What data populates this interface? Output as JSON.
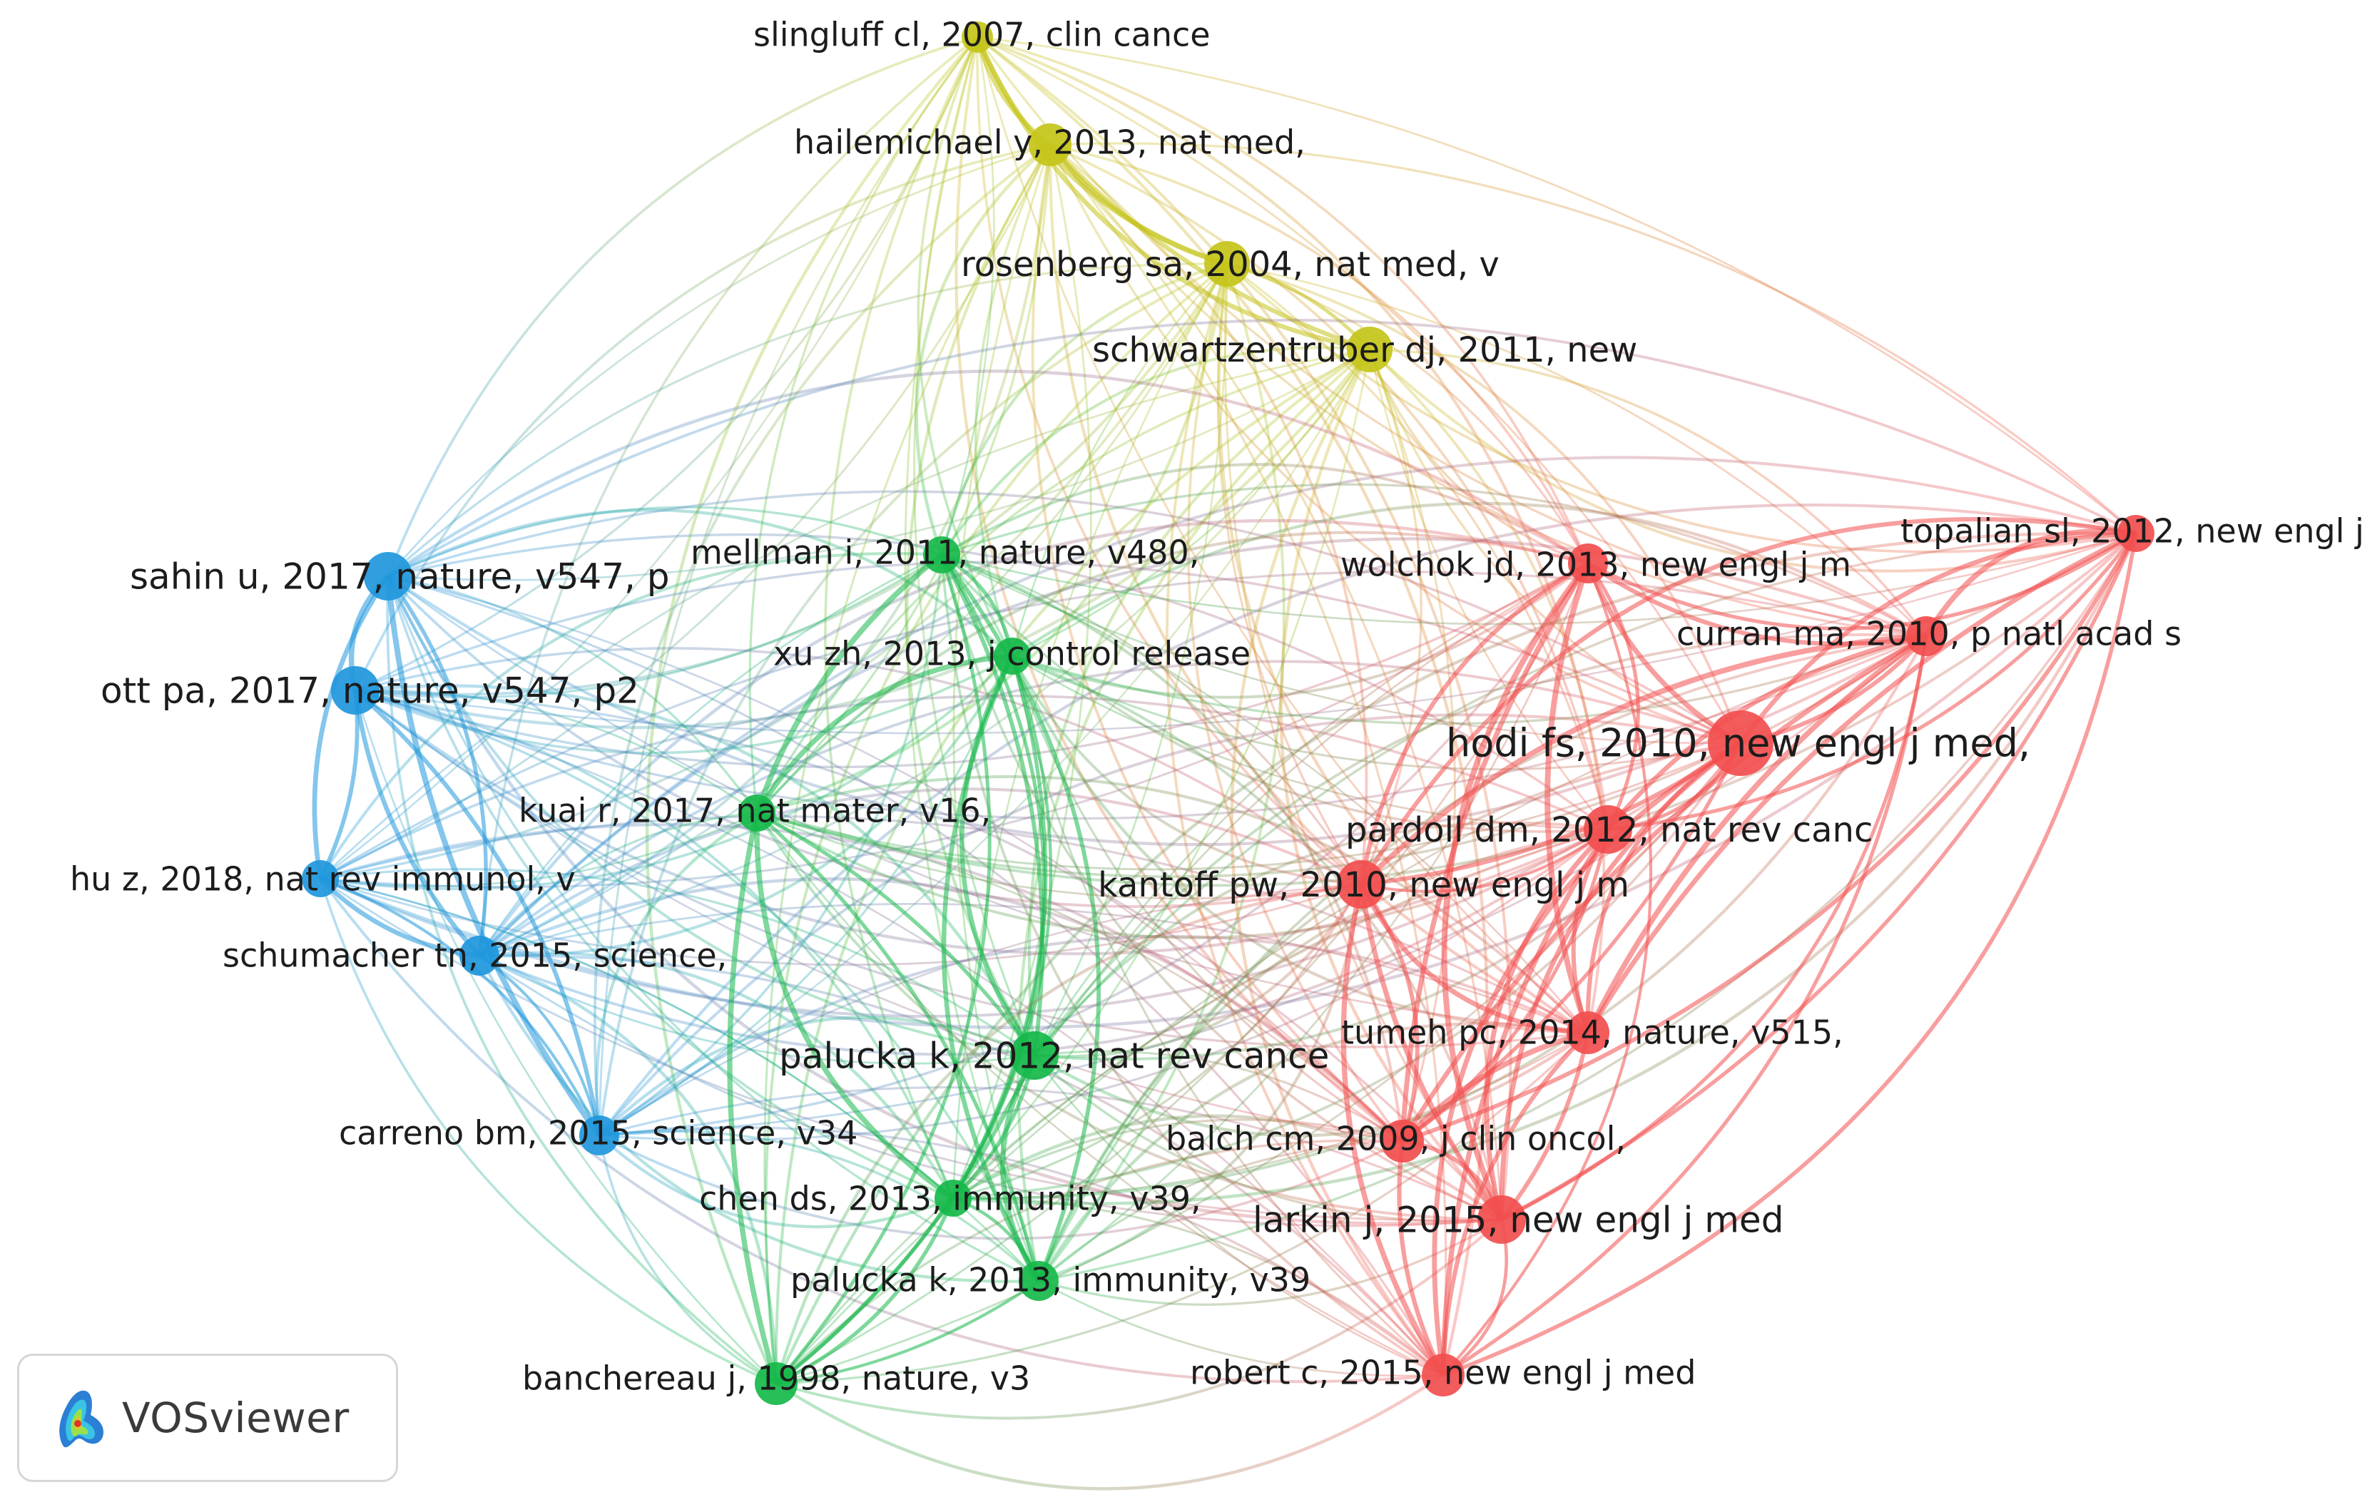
{
  "colors": {
    "red": "#f24e4e",
    "green": "#16b84a",
    "blue": "#1f97dc",
    "yellow": "#c4c41a"
  },
  "nodes": [
    {
      "id": "slingluff",
      "label": "slingluff cl, 2007, clin cance",
      "cluster": "yellow"
    },
    {
      "id": "hailemichael",
      "label": "hailemichael y, 2013, nat med,",
      "cluster": "yellow"
    },
    {
      "id": "rosenberg",
      "label": "rosenberg sa, 2004, nat med, v",
      "cluster": "yellow"
    },
    {
      "id": "schwartzentruber",
      "label": "schwartzentruber dj, 2011, new",
      "cluster": "yellow"
    },
    {
      "id": "sahin",
      "label": "sahin u, 2017, nature, v547, p",
      "cluster": "blue"
    },
    {
      "id": "ott",
      "label": "ott pa, 2017, nature, v547, p2",
      "cluster": "blue"
    },
    {
      "id": "hu",
      "label": "hu z, 2018, nat rev immunol, v",
      "cluster": "blue"
    },
    {
      "id": "schumacher",
      "label": "schumacher tn, 2015, science,",
      "cluster": "blue"
    },
    {
      "id": "carreno",
      "label": "carreno bm, 2015, science, v34",
      "cluster": "blue"
    },
    {
      "id": "mellman",
      "label": "mellman i, 2011, nature, v480,",
      "cluster": "green"
    },
    {
      "id": "xu",
      "label": "xu zh, 2013, j control release",
      "cluster": "green"
    },
    {
      "id": "kuai",
      "label": "kuai r, 2017, nat mater, v16,",
      "cluster": "green"
    },
    {
      "id": "palucka2012",
      "label": "palucka k, 2012, nat rev cance",
      "cluster": "green"
    },
    {
      "id": "chen",
      "label": "chen ds, 2013, immunity, v39,",
      "cluster": "green"
    },
    {
      "id": "palucka2013",
      "label": "palucka k, 2013, immunity, v39",
      "cluster": "green"
    },
    {
      "id": "banchereau",
      "label": "banchereau j, 1998, nature, v3",
      "cluster": "green"
    },
    {
      "id": "topalian",
      "label": "topalian sl, 2012, new engl j",
      "cluster": "red"
    },
    {
      "id": "wolchok",
      "label": "wolchok jd, 2013, new engl j m",
      "cluster": "red"
    },
    {
      "id": "curran",
      "label": "curran ma, 2010, p natl acad s",
      "cluster": "red"
    },
    {
      "id": "hodi",
      "label": "hodi fs, 2010, new engl j med,",
      "cluster": "red"
    },
    {
      "id": "pardoll",
      "label": "pardoll dm, 2012, nat rev canc",
      "cluster": "red"
    },
    {
      "id": "kantoff",
      "label": "kantoff pw, 2010, new engl j m",
      "cluster": "red"
    },
    {
      "id": "tumeh",
      "label": "tumeh pc, 2014, nature, v515,",
      "cluster": "red"
    },
    {
      "id": "balch",
      "label": "balch cm, 2009, j clin oncol,",
      "cluster": "red"
    },
    {
      "id": "larkin",
      "label": "larkin j, 2015, new engl j med",
      "cluster": "red"
    },
    {
      "id": "robert",
      "label": "robert c, 2015, new engl j med",
      "cluster": "red"
    }
  ],
  "badge": {
    "text": "VOSviewer",
    "logo_icon": "vosviewer-logo-icon"
  }
}
